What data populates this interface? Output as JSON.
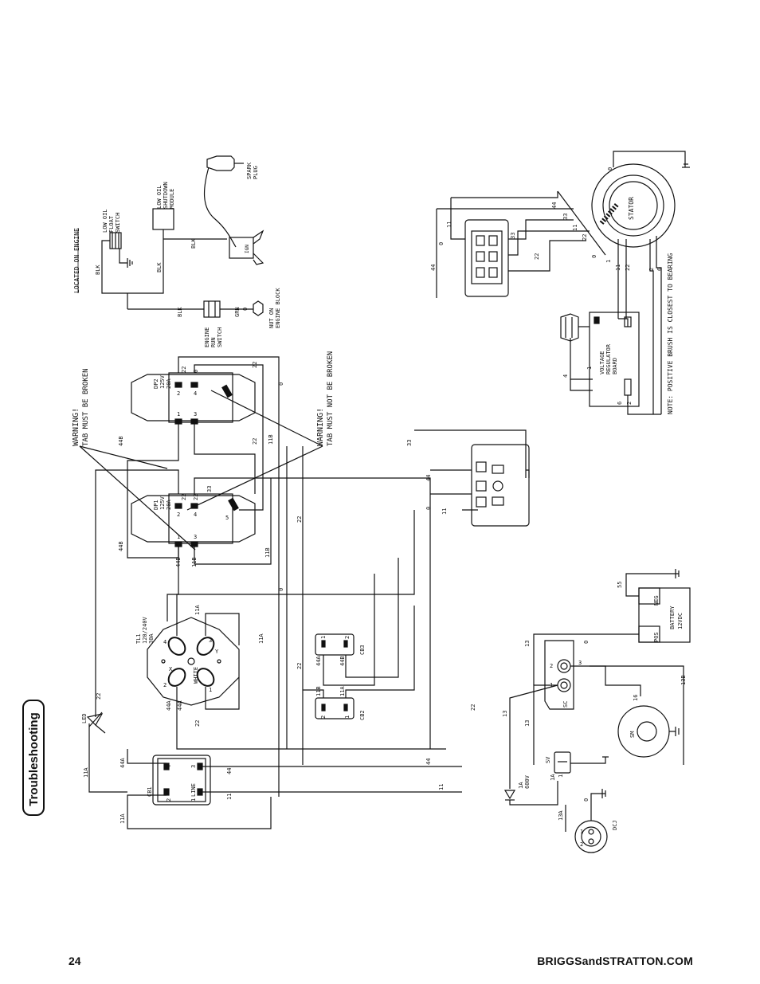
{
  "page": {
    "section_tab": "Troubleshooting",
    "page_number": "24",
    "website": "BRIGGSandSTRATTON.COM"
  },
  "diagram": {
    "located_on_engine": "LOCATED ON ENGINE",
    "low_oil_float_switch": [
      "LOW OIL",
      "FLOAT",
      "SWITCH"
    ],
    "low_oil_shutdown_module": [
      "LOW OIL",
      "SHUTDOWN",
      "MODULE"
    ],
    "spark_plug": [
      "SPARK",
      "PLUG"
    ],
    "ign": "IGN",
    "nut_on_engine_block": [
      "NUT ON",
      "ENGINE BLOCK"
    ],
    "engine_run_switch": [
      "ENGINE",
      "RUN",
      "SWITCH"
    ],
    "blk": "BLK",
    "grn": "GRN",
    "warning_1": [
      "WARNING!",
      "TAB MUST BE BROKEN"
    ],
    "warning_2": [
      "WARNING!",
      "TAB MUST NOT BE BROKEN"
    ],
    "dp2": [
      "DP2",
      "125V",
      "20A"
    ],
    "dp1": [
      "DP1",
      "125V",
      "20A"
    ],
    "tl": [
      "TL1",
      "120/240V",
      "30A"
    ],
    "white": "WHITE",
    "cb1": "CB1",
    "cb2": "CB2",
    "cb3": "CB3",
    "line": "LINE",
    "led": "LED",
    "stator": "STATOR",
    "voltage_regulator": [
      "VOLTAGE",
      "REGULATOR",
      "BOARD"
    ],
    "note": "NOTE: POSITIVE BRUSH IS CLOSEST TO BEARING",
    "battery": [
      "BATTERY",
      "12VDC"
    ],
    "pos": "POS",
    "neg": "NEG",
    "sc": "SC",
    "sm": "SM",
    "sv": "SV",
    "dcj": "DCJ",
    "diode": [
      "1A",
      "600V"
    ],
    "wires": {
      "w0": "0",
      "w1": "1",
      "w2": "2",
      "w3": "3",
      "w4": "4",
      "w5": "5",
      "w6": "6",
      "w11": "11",
      "w11a": "11A",
      "w11b": "11B",
      "w13": "13",
      "w13a": "13A",
      "w13b": "13B",
      "w16": "16",
      "w22": "22",
      "w33": "33",
      "w44": "44",
      "w44a": "44A",
      "w44b": "44B",
      "w55": "55",
      "wx": "X",
      "wy": "Y",
      "w1a": "1A"
    }
  }
}
